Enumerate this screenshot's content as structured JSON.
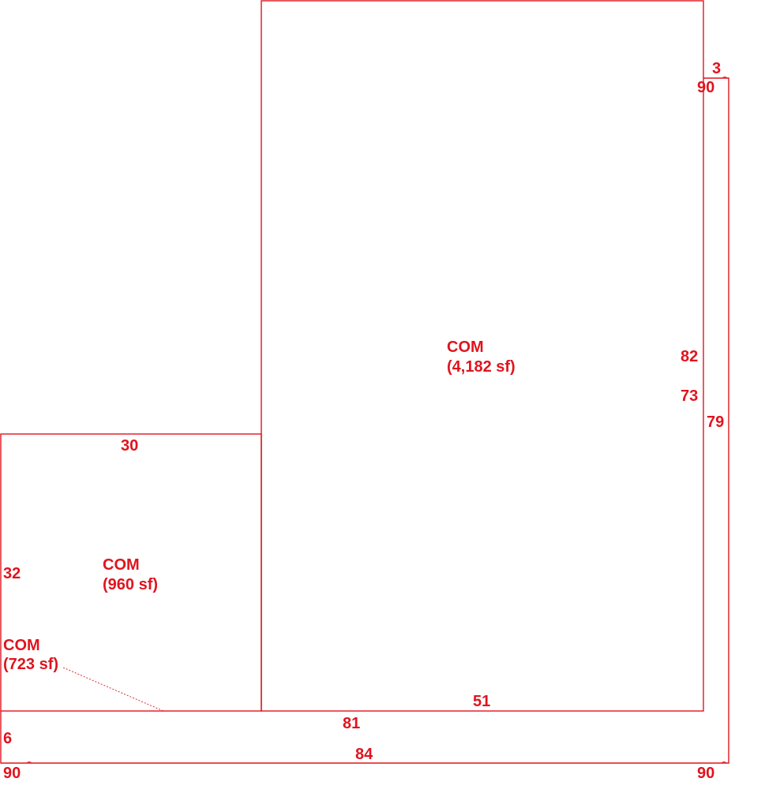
{
  "sketch": {
    "line_color": "#e0141e",
    "areas": {
      "main": {
        "code": "COM",
        "size": "(4,182 sf)"
      },
      "front": {
        "code": "COM",
        "size": "(960 sf)"
      },
      "strip": {
        "code": "COM",
        "size": "(723 sf)"
      }
    },
    "dimensions": {
      "d3": "3",
      "d90_top_right": "90",
      "d82": "82",
      "d73": "73",
      "d79": "79",
      "d30": "30",
      "d32": "32",
      "d51": "51",
      "d81": "81",
      "d6": "6",
      "d84": "84",
      "d90_bottom_left": "90",
      "d90_bottom_right": "90"
    }
  }
}
